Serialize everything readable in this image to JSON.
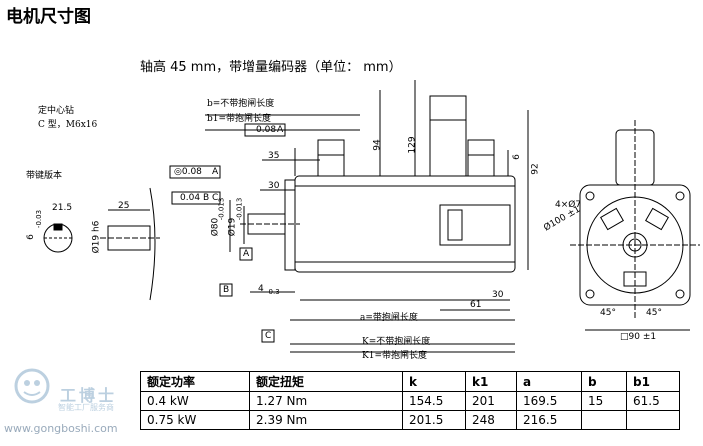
{
  "title": "电机尺寸图",
  "subtitle": "轴高 45 mm，带增量编码器（单位： mm）",
  "annotations": {
    "center_drill": "定中心钻",
    "center_drill_spec": "C 型，M6x16",
    "with_key": "带键版本",
    "b_label": "b=不带抱闸长度",
    "b1_label": "b1=带抱闸长度",
    "a_label": "a=带抱闸长度",
    "K_label": "K=不带抱闸长度",
    "K1_label": "K1=带抱闸长度"
  },
  "tolerance_frames": {
    "runout_a": "0.08",
    "ref_a": "A",
    "circ_value": "◎0.08",
    "circ_ref": "A",
    "runout_bc": "0.04",
    "ref_b": "B",
    "ref_c": "C"
  },
  "dimensions": {
    "d35": "35",
    "d30": "30",
    "d94": "94",
    "d129": "129",
    "d6": "6",
    "d92": "92",
    "d80": "Ø80",
    "d80_tol": "-0.013",
    "d19": "Ø19",
    "d19_tol": "-0.013",
    "d4": "4",
    "d4_tol": "-0.3",
    "d61": "61",
    "d30b": "30",
    "d215": "21.5",
    "d6b": "6",
    "d6b_tol": "-0.03",
    "d25": "25",
    "d19h6": "Ø19 h6",
    "holes": "4×Ø7",
    "pcd": "Ø100 ±1",
    "ang1": "45°",
    "ang2": "45°",
    "square": "□90 ±1"
  },
  "table": {
    "headers": [
      "额定功率",
      "额定扭矩",
      "k",
      "k1",
      "a",
      "b",
      "b1"
    ],
    "rows": [
      [
        "0.4 kW",
        "1.27 Nm",
        "154.5",
        "201",
        "169.5",
        "15",
        "61.5"
      ],
      [
        "0.75 kW",
        "2.39 Nm",
        "201.5",
        "248",
        "216.5",
        "",
        ""
      ]
    ]
  },
  "watermark": {
    "brand": "工博士",
    "tagline": "智能工厂服务商",
    "website": "www.gongboshi.com"
  }
}
